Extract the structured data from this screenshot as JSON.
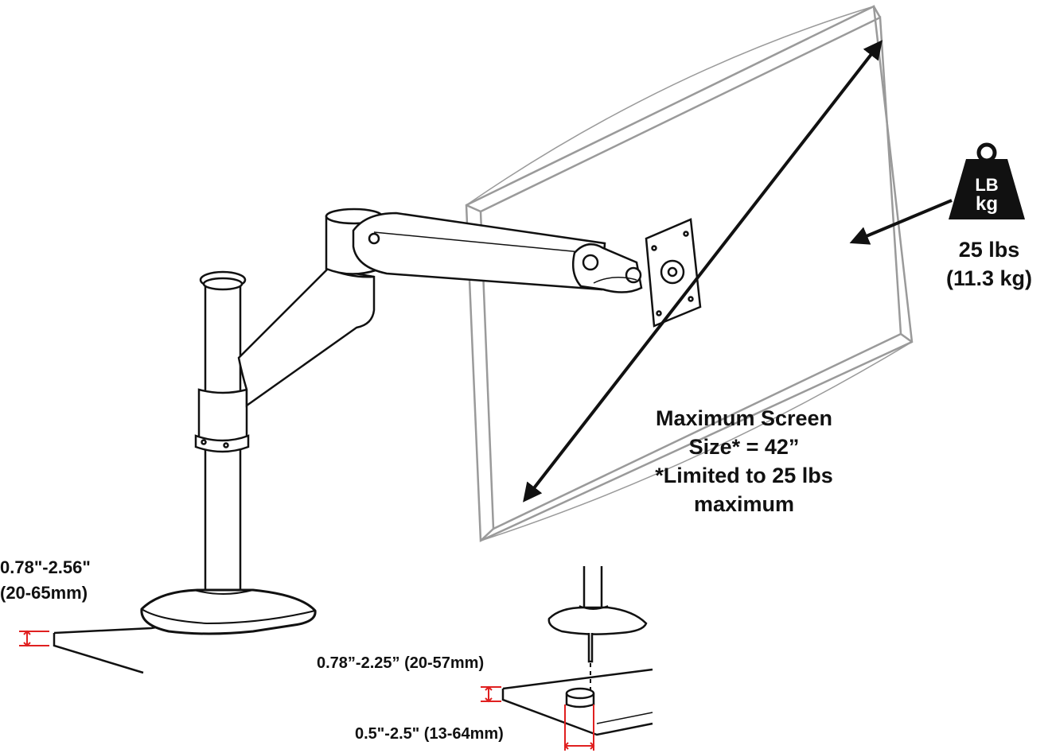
{
  "weight_icon": {
    "top_text": "LB",
    "bottom_text": "kg"
  },
  "weight_capacity": {
    "line1": "25 lbs",
    "line2": "(11.3 kg)"
  },
  "screen_size": {
    "line1": "Maximum Screen",
    "line2": "Size* = 42”",
    "line3": "*Limited to 25 lbs",
    "line4": "maximum"
  },
  "clamp_range": {
    "line1": "0.78\"-2.56\"",
    "line2": "(20-65mm)"
  },
  "grommet_range": {
    "text": "0.78”-2.25” (20-57mm)"
  },
  "hole_range": {
    "text": "0.5\"-2.5\" (13-64mm)"
  },
  "colors": {
    "outline": "#111111",
    "monitor": "#9a9a9a",
    "dimension": "#e02020",
    "weight": "#111111"
  }
}
